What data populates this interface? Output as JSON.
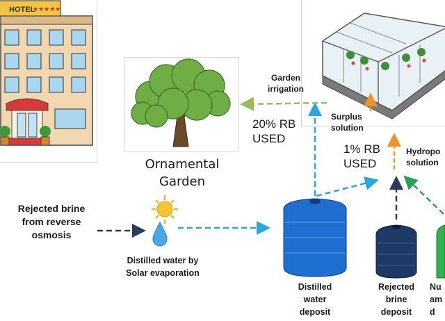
{
  "hotel": {
    "sign": "HOTEL"
  },
  "garden": {
    "title_line1": "Ornamental",
    "title_line2": "Garden"
  },
  "labels": {
    "garden_irrigation_1": "Garden",
    "garden_irrigation_2": "irrigation",
    "surplus_1": "Surplus",
    "surplus_2": "solution",
    "hydroponic_1": "Hydropo",
    "hydroponic_2": "solution",
    "rb20_1": "20% RB",
    "rb20_2": "USED",
    "rb1_1": "1% RB",
    "rb1_2": "USED",
    "source_1": "Rejected brine",
    "source_2": "from reverse",
    "source_3": "osmosis",
    "distill_1": "Distilled water by",
    "distill_2": "Solar evaporation",
    "dist_dep_1": "Distilled",
    "dist_dep_2": "water",
    "dist_dep_3": "deposit",
    "brine_dep_1": "Rejected",
    "brine_dep_2": "brine",
    "brine_dep_3": "deposit",
    "nut_dep_1": "Nu",
    "nut_dep_2": "am",
    "nut_dep_3": "d"
  },
  "colors": {
    "arrow_dark_navy": "#2b3a5c",
    "arrow_cyan": "#2aa7df",
    "arrow_olive": "#9bbb59",
    "arrow_orange": "#f0932b",
    "arrow_green": "#2e9e5b",
    "tank_blue": "#1f6fd0",
    "tank_navy": "#1d3a66",
    "tank_green": "#2fb24a"
  }
}
